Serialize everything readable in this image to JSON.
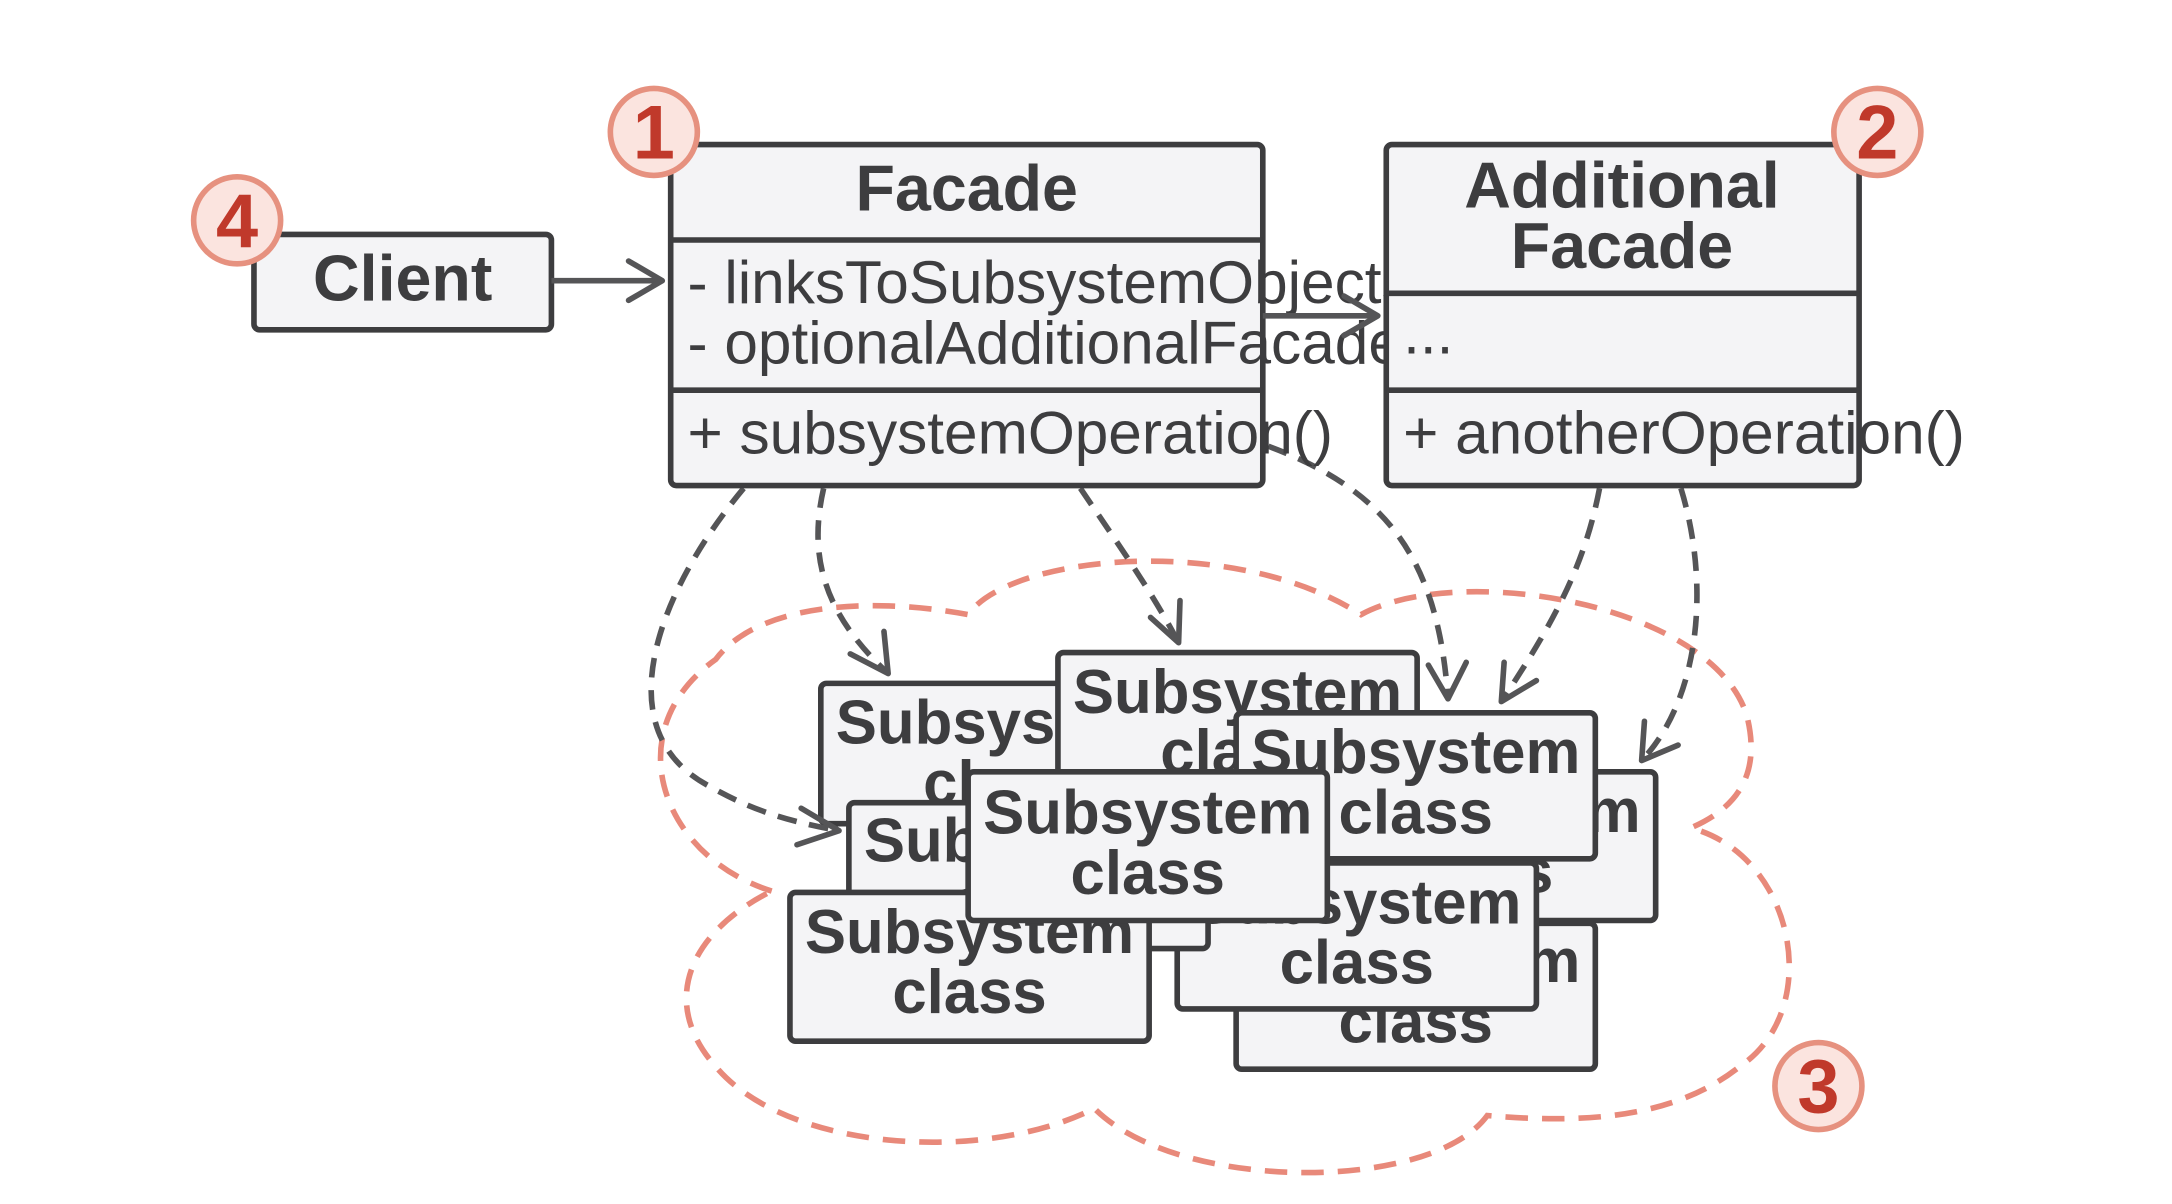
{
  "client": {
    "name": "Client"
  },
  "facade": {
    "name": "Facade",
    "fields": [
      "- linksToSubsystemObjects",
      "- optionalAdditionalFacade"
    ],
    "methods": [
      "+ subsystemOperation()"
    ]
  },
  "additional_facade": {
    "name_line1": "Additional",
    "name_line2": "Facade",
    "fields": [
      "..."
    ],
    "methods": [
      "+ anotherOperation()"
    ]
  },
  "subsystem": {
    "label_line1": "Subsystem",
    "label_line2": "class"
  },
  "badges": [
    "1",
    "2",
    "3",
    "4"
  ],
  "colors": {
    "box_fill": "#f4f4f6",
    "box_stroke": "#3d3d3f",
    "arrow": "#555557",
    "cloud": "#e8897a",
    "badge_fill": "#fbe4df",
    "badge_stroke": "#e6917f",
    "badge_text": "#c0392b"
  }
}
